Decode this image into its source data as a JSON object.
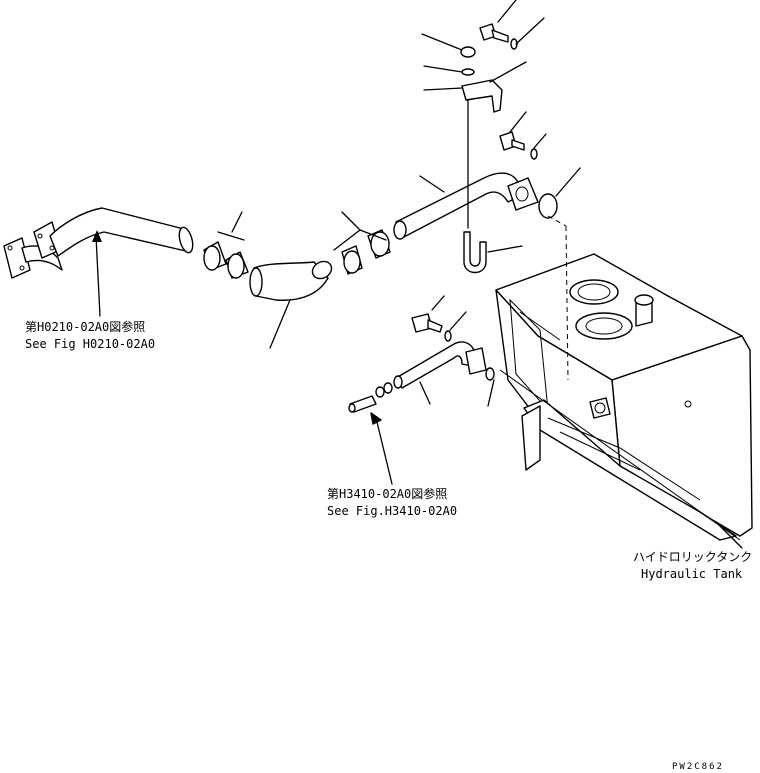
{
  "references": {
    "exhaust_ref_jp": "第H0210-02A0図参照",
    "exhaust_ref_en": "See Fig H0210-02A0",
    "lower_ref_jp": "第H3410-02A0図参照",
    "lower_ref_en": "See Fig.H3410-02A0"
  },
  "tank": {
    "name_jp": "ハイドロリックタンク",
    "name_en": "Hydraulic Tank"
  },
  "drawing_code": "PW2C862"
}
